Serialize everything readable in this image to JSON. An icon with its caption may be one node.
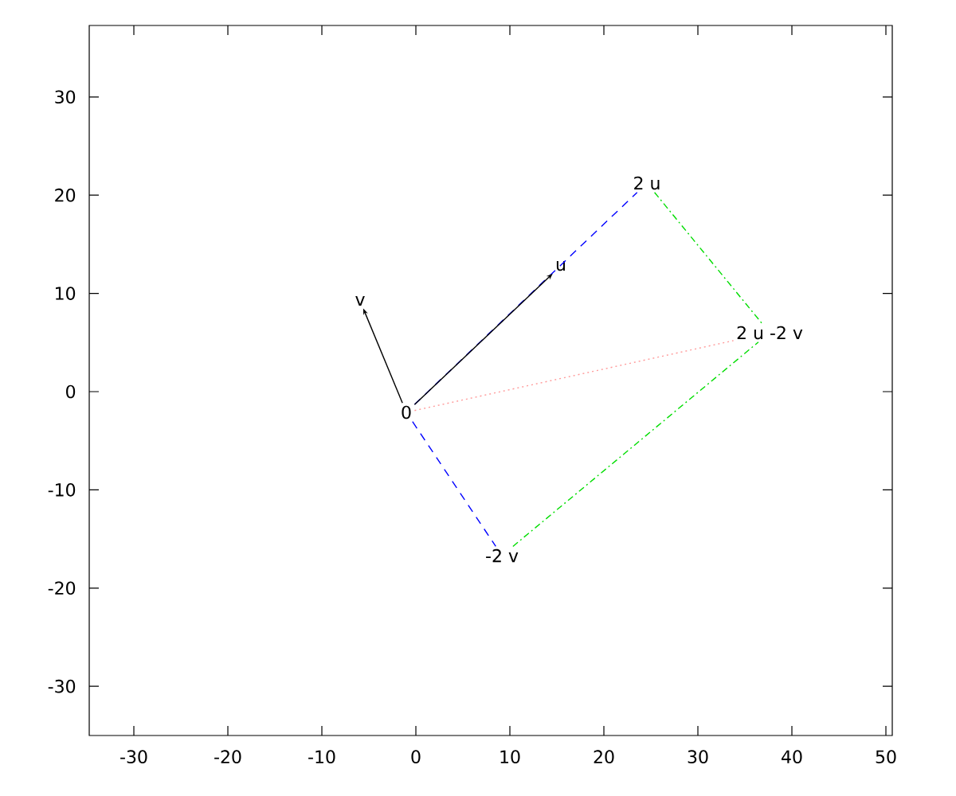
{
  "diagram": {
    "nodes": [
      {
        "text": [
          "0"
        ]
      },
      {
        "text": [
          "u"
        ]
      },
      {
        "text": [
          "v"
        ]
      },
      {
        "text": [
          "2 u"
        ]
      },
      {
        "text": [
          "-2 v"
        ]
      },
      {
        "text": [
          "2 u -2 v"
        ]
      }
    ],
    "edges": [
      {
        "from": 0,
        "to": 3,
        "arrow": "none",
        "style": "dashed",
        "color": "#0000ff"
      },
      {
        "from": 0,
        "to": 4,
        "arrow": "none",
        "style": "dashed",
        "color": "#0000ff"
      },
      {
        "from": 3,
        "to": 5,
        "arrow": "none",
        "style": "dashed",
        "color": "#00dd00"
      },
      {
        "from": 4,
        "to": 5,
        "arrow": "none",
        "style": "dashed",
        "color": "#00dd00"
      },
      {
        "from": 0,
        "to": 5,
        "arrow": "none",
        "style": "dashed",
        "color": "#ff9999"
      },
      {
        "from": 0,
        "to": 1,
        "arrow": "to",
        "color": "#000000"
      },
      {
        "from": 0,
        "to": 2,
        "arrow": "to",
        "color": "#000000"
      }
    ],
    "labels": [
      "30",
      "20",
      "10",
      "0",
      "-10",
      "-20",
      "-30",
      "-30",
      "-20",
      "-10",
      "0",
      "10",
      "20",
      "30",
      "40",
      "50"
    ]
  }
}
